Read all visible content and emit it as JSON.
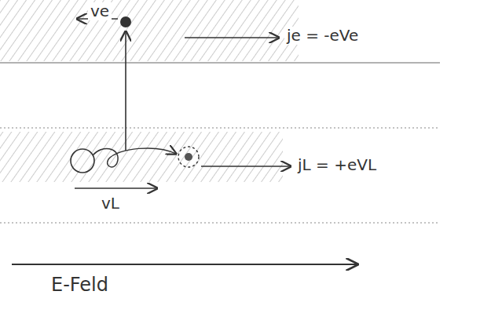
{
  "diagram": {
    "labels": [
      "ve",
      "je = -eVe",
      "vL",
      "jL = +eVL",
      "E-Feld"
    ]
  }
}
